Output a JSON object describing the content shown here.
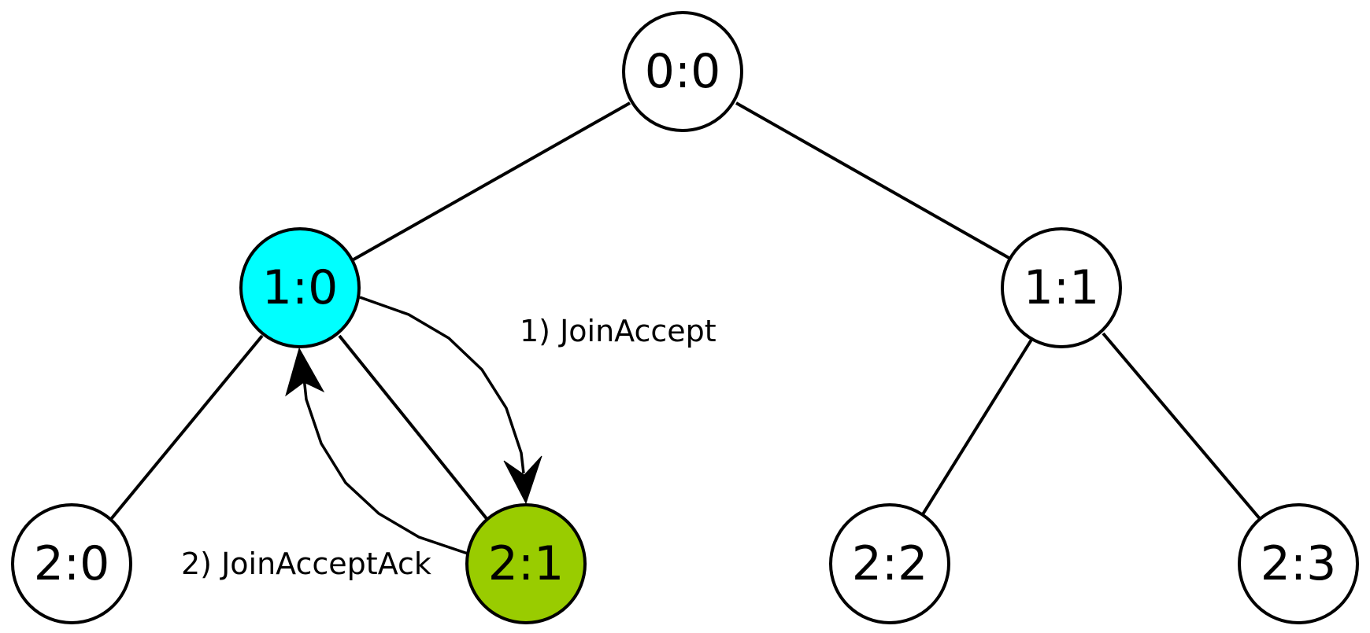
{
  "colors": {
    "node_default": "#ffffff",
    "node_joining_parent": "#00ffff",
    "node_joining_child": "#99cc00",
    "stroke": "#000000"
  },
  "nodes": [
    {
      "id": "n00",
      "label": "0:0",
      "fill": "#ffffff"
    },
    {
      "id": "n10",
      "label": "1:0",
      "fill": "#00ffff"
    },
    {
      "id": "n11",
      "label": "1:1",
      "fill": "#ffffff"
    },
    {
      "id": "n20",
      "label": "2:0",
      "fill": "#ffffff"
    },
    {
      "id": "n21",
      "label": "2:1",
      "fill": "#99cc00"
    },
    {
      "id": "n22",
      "label": "2:2",
      "fill": "#ffffff"
    },
    {
      "id": "n23",
      "label": "2:3",
      "fill": "#ffffff"
    }
  ],
  "edges": [
    {
      "from": "0:0",
      "to": "1:0"
    },
    {
      "from": "0:0",
      "to": "1:1"
    },
    {
      "from": "1:0",
      "to": "2:0"
    },
    {
      "from": "1:0",
      "to": "2:1"
    },
    {
      "from": "1:1",
      "to": "2:2"
    },
    {
      "from": "1:1",
      "to": "2:3"
    }
  ],
  "messages": [
    {
      "label": "1) JoinAccept",
      "from": "1:0",
      "to": "2:1"
    },
    {
      "label": "2) JoinAcceptAck",
      "from": "2:1",
      "to": "1:0"
    }
  ]
}
